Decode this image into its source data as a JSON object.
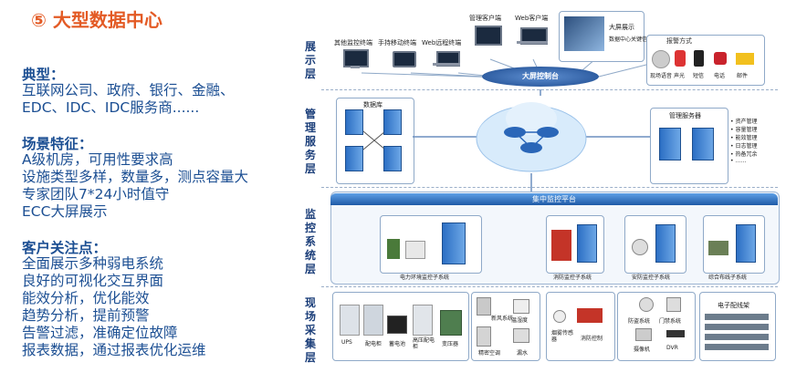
{
  "heading": "⑤ 大型数据中心",
  "sections": [
    {
      "title": "典型：",
      "lines": [
        "互联网公司、政府、银行、金融、",
        "EDC、IDC、IDC服务商......"
      ]
    },
    {
      "title": "场景特征：",
      "lines": [
        "A级机房，可用性要求高",
        "设施类型多样，数量多，测点容量大",
        "专家团队7*24小时值守",
        "ECC大屏展示"
      ]
    },
    {
      "title": "客户关注点：",
      "lines": [
        "全面展示多种弱电系统",
        "良好的可视化交互界面",
        "能效分析，优化能效",
        "趋势分析，提前预警",
        "告警过滤，准确定位故障",
        "报表数据，通过报表优化运维"
      ]
    }
  ],
  "layers": [
    "展示层",
    "管理服务层",
    "监控系统层",
    "现场采集层"
  ],
  "display_layer": {
    "terminals": [
      "其他监控终端",
      "手持移动终端",
      "Web远程终端"
    ],
    "clients": [
      "管理客户端",
      "Web客户端"
    ],
    "big_screen": "大屏展示",
    "big_screen_sub": "数据中心关键信息",
    "console": "大屏控制台",
    "alarm_title": "报警方式",
    "alarm_methods": [
      "现场语音",
      "声光",
      "短信",
      "电话",
      "邮件"
    ]
  },
  "management_layer": {
    "database": "数据库",
    "mgmt_server": "管理服务器",
    "functions": [
      "资产管理",
      "容量管理",
      "能效管理",
      "日志管理",
      "热备冗余",
      "……"
    ]
  },
  "monitor_layer": {
    "platform": "集中监控平台",
    "subsystems": [
      "电力环境监控子系统",
      "消防监控子系统",
      "安防监控子系统",
      "综合布线子系统"
    ]
  },
  "field_layer": {
    "power": [
      "UPS",
      "配电柜",
      "蓄电池",
      "高压配电柜",
      "变压器"
    ],
    "env": [
      "新风系统",
      "温湿度",
      "精密空调",
      "漏水"
    ],
    "fire": [
      "烟雾传感器",
      "消防控制"
    ],
    "security": [
      "防盗系统",
      "门禁系统",
      "摄像机",
      "DVR"
    ],
    "cabling": [
      "电子配线架"
    ]
  }
}
